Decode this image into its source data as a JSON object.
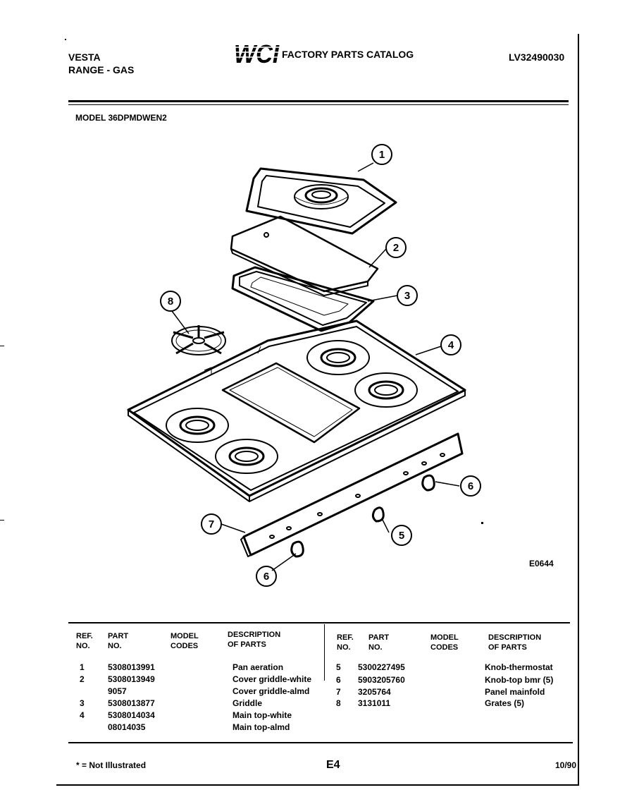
{
  "header": {
    "brand": "VESTA",
    "product": "RANGE - GAS",
    "logo_text": "WCI",
    "title": "FACTORY PARTS CATALOG",
    "doc_code": "LV32490030"
  },
  "model_line": "MODEL 36DPMDWEN2",
  "figure": {
    "code": "E0644",
    "callouts": [
      "1",
      "2",
      "3",
      "4",
      "5",
      "6",
      "6",
      "7",
      "8"
    ]
  },
  "table": {
    "left_headers": {
      "ref": [
        "REF.",
        "NO."
      ],
      "part": [
        "PART",
        "NO."
      ],
      "model": [
        "MODEL",
        "CODES"
      ],
      "desc": [
        "DESCRIPTION",
        "OF PARTS"
      ]
    },
    "right_headers": {
      "ref": [
        "REF.",
        "NO."
      ],
      "part": [
        "PART",
        "NO."
      ],
      "model": [
        "MODEL",
        "CODES"
      ],
      "desc": [
        "DESCRIPTION",
        "OF PARTS"
      ]
    },
    "left_rows": [
      {
        "ref": "1",
        "part": "5308013991",
        "desc": "Pan aeration"
      },
      {
        "ref": "2",
        "part": "5308013949",
        "desc": "Cover griddle-white"
      },
      {
        "ref": "",
        "part": "9057",
        "desc": "Cover griddle-almd"
      },
      {
        "ref": "3",
        "part": "5308013877",
        "desc": "Griddle"
      },
      {
        "ref": "4",
        "part": "5308014034",
        "desc": "Main top-white"
      },
      {
        "ref": "",
        "part": "08014035",
        "desc": "Main top-almd"
      }
    ],
    "right_rows": [
      {
        "ref": "5",
        "part": "5300227495",
        "desc": "Knob-thermostat"
      },
      {
        "ref": "6",
        "part": "5903205760",
        "desc": "Knob-top bmr (5)"
      },
      {
        "ref": "7",
        "part": "3205764",
        "desc": "Panel mainfold"
      },
      {
        "ref": "8",
        "part": "3131011",
        "desc": "Grates (5)"
      }
    ]
  },
  "footer": {
    "note": "* = Not Illustrated",
    "page": "E4",
    "date": "10/90"
  }
}
